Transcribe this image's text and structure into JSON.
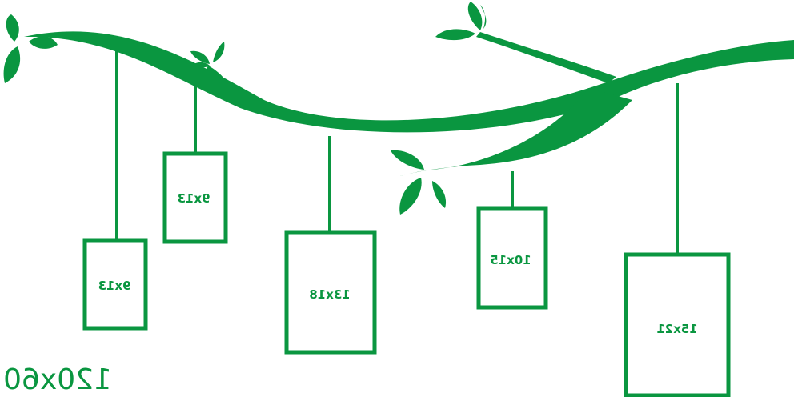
{
  "colors": {
    "accent": "#0a9640",
    "background": "#ffffff"
  },
  "design_size": "120x60",
  "frames": [
    {
      "id": "frame-1",
      "label": "9x13"
    },
    {
      "id": "frame-2",
      "label": "9x13"
    },
    {
      "id": "frame-3",
      "label": "13x18"
    },
    {
      "id": "frame-4",
      "label": "10x15"
    },
    {
      "id": "frame-5",
      "label": "15x21"
    }
  ]
}
